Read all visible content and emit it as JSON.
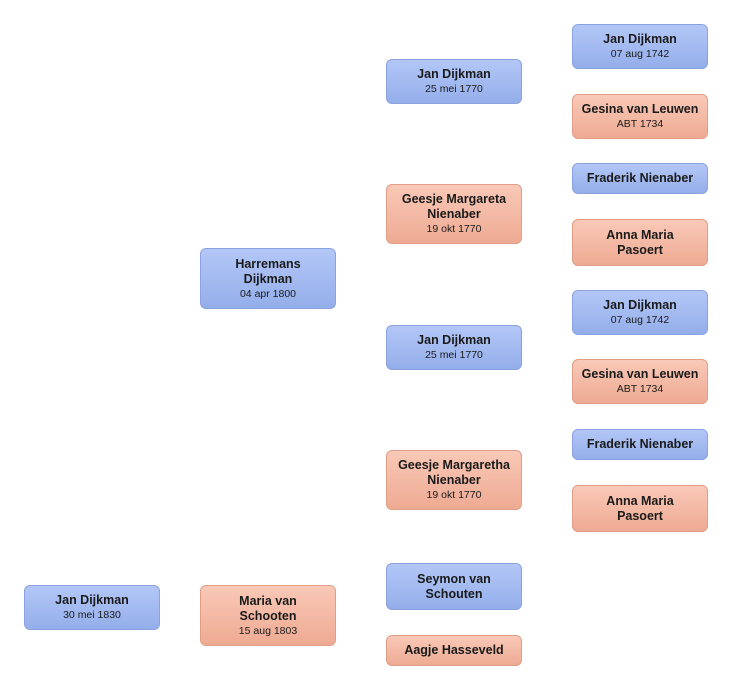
{
  "nodes": [
    {
      "id": "gen1-self",
      "gender": "male",
      "name": "Jan Dijkman",
      "date": "30 mei 1830"
    },
    {
      "id": "gen2-father",
      "gender": "male",
      "name": "Harremans Dijkman",
      "date": "04 apr 1800"
    },
    {
      "id": "gen2-mother",
      "gender": "female",
      "name": "Maria van Schooten",
      "date": "15 aug 1803"
    },
    {
      "id": "gen3-ff",
      "gender": "male",
      "name": "Jan Dijkman",
      "date": "25 mei 1770"
    },
    {
      "id": "gen3-fm",
      "gender": "female",
      "name": "Geesje Margareta Nienaber",
      "date": "19 okt 1770"
    },
    {
      "id": "gen3-ff2",
      "gender": "male",
      "name": "Jan Dijkman",
      "date": "25 mei 1770"
    },
    {
      "id": "gen3-fm2",
      "gender": "female",
      "name": "Geesje Margaretha Nienaber",
      "date": "19 okt 1770"
    },
    {
      "id": "gen3-mf",
      "gender": "male",
      "name": "Seymon van Schouten",
      "date": ""
    },
    {
      "id": "gen3-mm",
      "gender": "female",
      "name": "Aagje Hasseveld",
      "date": ""
    },
    {
      "id": "gen4-1",
      "gender": "male",
      "name": "Jan Dijkman",
      "date": "07 aug 1742"
    },
    {
      "id": "gen4-2",
      "gender": "female",
      "name": "Gesina van Leuwen",
      "date": "ABT 1734"
    },
    {
      "id": "gen4-3",
      "gender": "male",
      "name": "Fraderik Nienaber",
      "date": ""
    },
    {
      "id": "gen4-4",
      "gender": "female",
      "name": "Anna Maria Pasoert",
      "date": ""
    },
    {
      "id": "gen4-5",
      "gender": "male",
      "name": "Jan Dijkman",
      "date": "07 aug 1742"
    },
    {
      "id": "gen4-6",
      "gender": "female",
      "name": "Gesina van Leuwen",
      "date": "ABT 1734"
    },
    {
      "id": "gen4-7",
      "gender": "male",
      "name": "Fraderik Nienaber",
      "date": ""
    },
    {
      "id": "gen4-8",
      "gender": "female",
      "name": "Anna Maria Pasoert",
      "date": ""
    }
  ],
  "colors": {
    "male": "#a3b9f1",
    "female": "#f3b9a4"
  }
}
